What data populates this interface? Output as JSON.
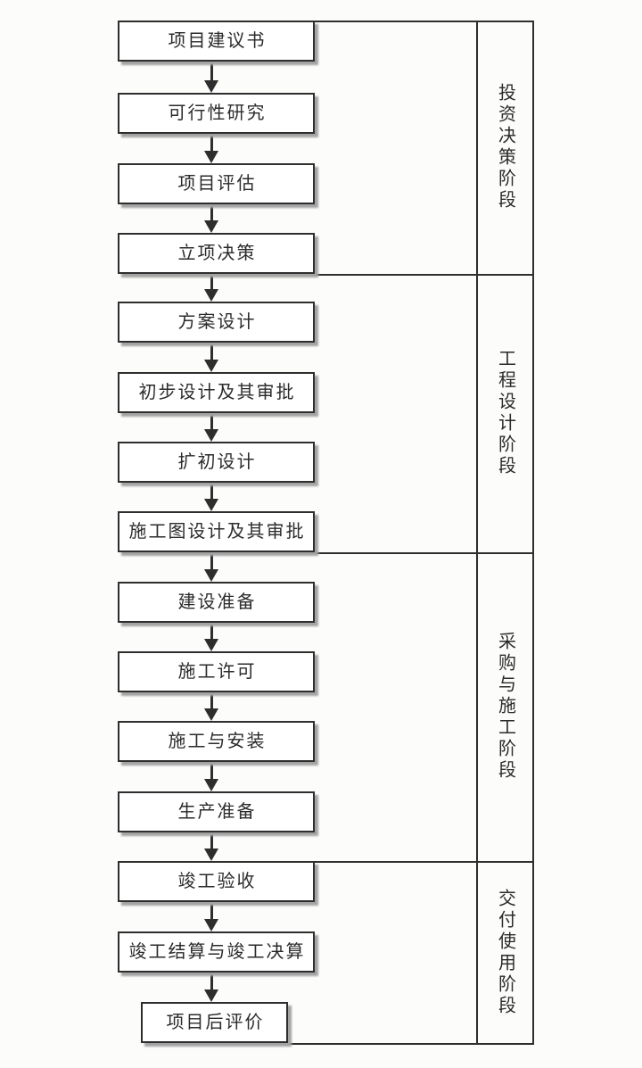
{
  "diagram": {
    "background": "#fcfcfb",
    "line_color": "#2e2e2e",
    "box_fill": "#ffffff",
    "shadow_color": "#a3a3a3",
    "text_color": "#2b2b2b"
  },
  "phases": [
    {
      "label": "投资决策阶段",
      "stages": [
        {
          "label": "项目建议书"
        },
        {
          "label": "可行性研究"
        },
        {
          "label": "项目评估"
        },
        {
          "label": "立项决策"
        }
      ]
    },
    {
      "label": "工程设计阶段",
      "stages": [
        {
          "label": "方案设计"
        },
        {
          "label": "初步设计及其审批"
        },
        {
          "label": "扩初设计"
        },
        {
          "label": "施工图设计及其审批"
        }
      ]
    },
    {
      "label": "采购与施工阶段",
      "stages": [
        {
          "label": "建设准备"
        },
        {
          "label": "施工许可"
        },
        {
          "label": "施工与安装"
        },
        {
          "label": "生产准备"
        }
      ]
    },
    {
      "label": "交付使用阶段",
      "stages": [
        {
          "label": "竣工验收"
        },
        {
          "label": "竣工结算与竣工决算"
        },
        {
          "label": "项目后评价"
        }
      ]
    }
  ]
}
